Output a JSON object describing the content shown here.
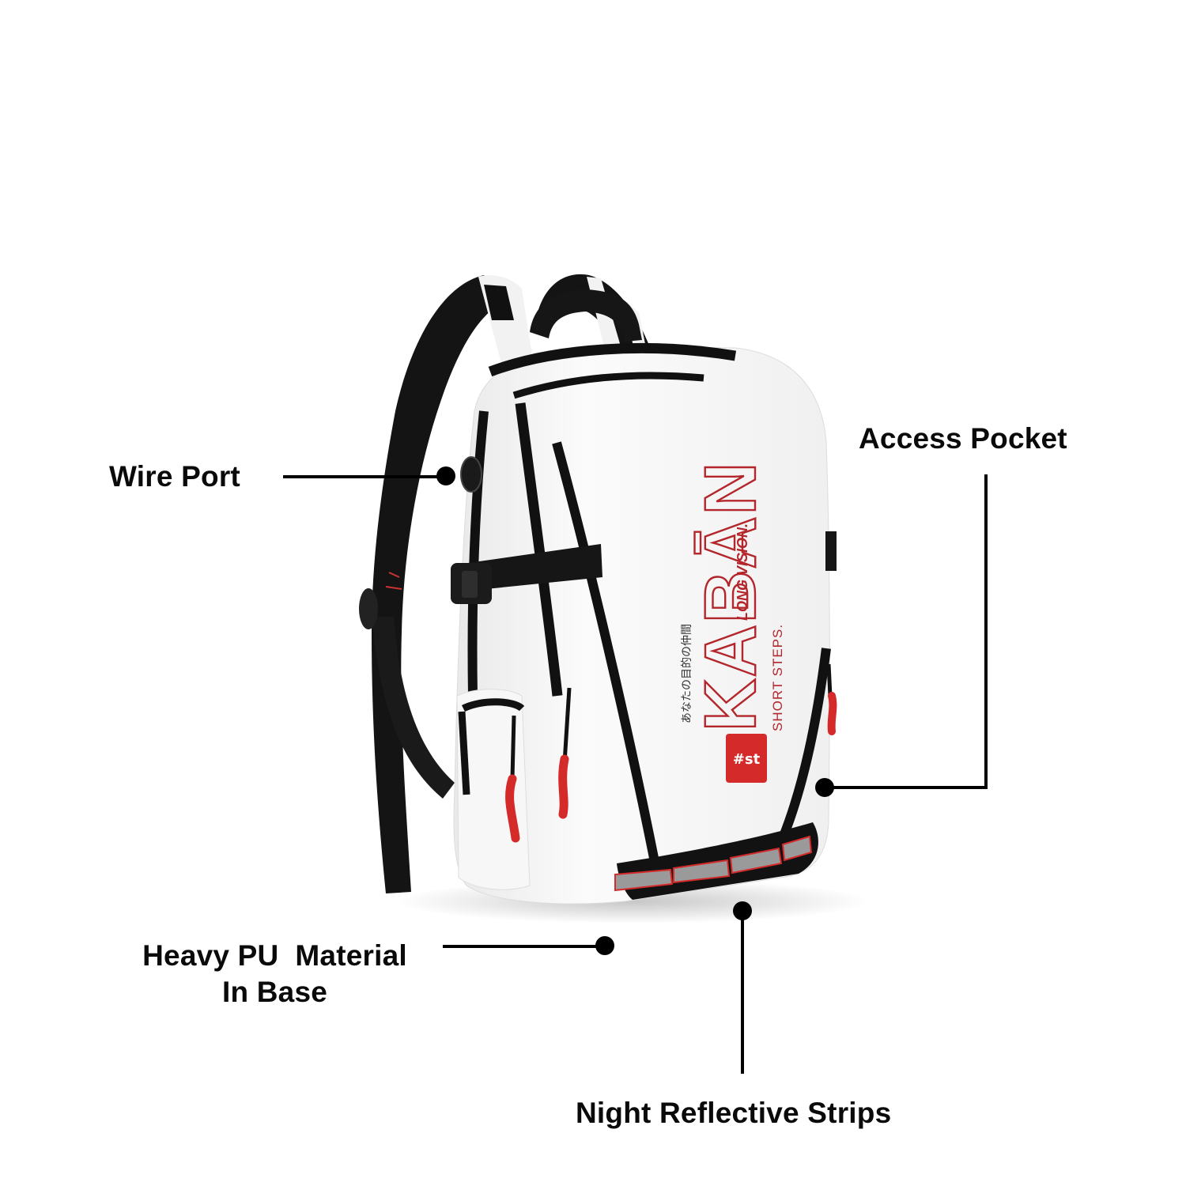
{
  "product": {
    "brand_text": "KABĀN",
    "tagline_left": "SHORT STEPS.",
    "tagline_right": "LONG VISION.",
    "japanese_text": "あなたの目的の仲間",
    "logo_badge": "#st",
    "colors": {
      "body": "#f4f4f4",
      "trim": "#111111",
      "accent_red": "#d42a2a",
      "brand_outline": "#b3262b",
      "reflective": "#9a9a9a"
    }
  },
  "callouts": [
    {
      "id": "wire-port",
      "label": "Wire Port"
    },
    {
      "id": "access-pocket",
      "label": "Access Pocket"
    },
    {
      "id": "heavy-pu",
      "label_line1": "Heavy PU  Material",
      "label_line2": "In Base"
    },
    {
      "id": "night-reflective",
      "label": "Night Reflective Strips"
    }
  ]
}
